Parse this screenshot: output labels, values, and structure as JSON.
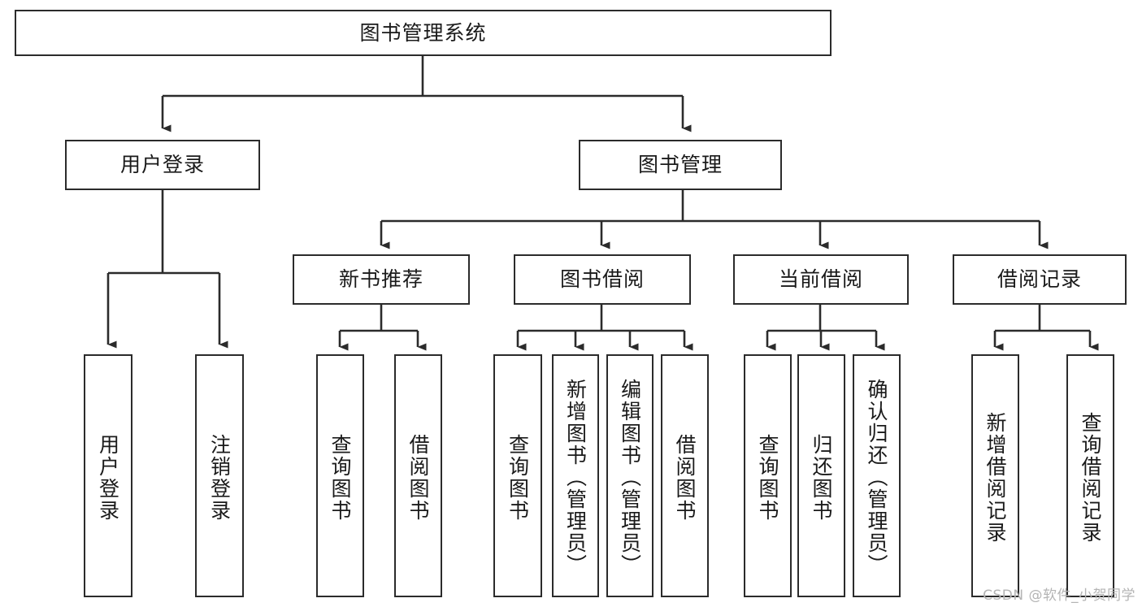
{
  "diagram": {
    "type": "tree-hierarchy",
    "title": "图书管理系统",
    "orientation": "top-down",
    "colors": {
      "box_border": "#2b2b2b",
      "box_fill": "#ffffff",
      "edge": "#2b2b2b",
      "text": "#1a1a1a",
      "watermark": "#b4b4b4",
      "background": "#ffffff"
    }
  },
  "nodes": {
    "root": {
      "label": "图书管理系统"
    },
    "level1": [
      {
        "id": "user-login",
        "label": "用户登录"
      },
      {
        "id": "book-management",
        "label": "图书管理"
      }
    ],
    "level2": [
      {
        "id": "new-book-recommend",
        "label": "新书推荐"
      },
      {
        "id": "book-borrow",
        "label": "图书借阅"
      },
      {
        "id": "current-borrow",
        "label": "当前借阅"
      },
      {
        "id": "borrow-record",
        "label": "借阅记录"
      }
    ],
    "leaves": {
      "user_login": [
        {
          "id": "user-login-leaf",
          "label": "用户登录"
        },
        {
          "id": "logout-leaf",
          "label": "注销登录"
        }
      ],
      "new_book_recommend": [
        {
          "id": "query-book-1",
          "label": "查询图书"
        },
        {
          "id": "borrow-book-1",
          "label": "借阅图书"
        }
      ],
      "book_borrow": [
        {
          "id": "query-book-2",
          "label": "查询图书"
        },
        {
          "id": "add-book",
          "label": "新增图书（管理员）"
        },
        {
          "id": "edit-book",
          "label": "编辑图书（管理员）"
        },
        {
          "id": "borrow-book-2",
          "label": "借阅图书"
        }
      ],
      "current_borrow": [
        {
          "id": "query-book-3",
          "label": "查询图书"
        },
        {
          "id": "return-book",
          "label": "归还图书"
        },
        {
          "id": "confirm-return",
          "label": "确认归还（管理员）"
        }
      ],
      "borrow_record": [
        {
          "id": "add-borrow-record",
          "label": "新增借阅记录"
        },
        {
          "id": "query-borrow-record",
          "label": "查询借阅记录"
        }
      ]
    }
  },
  "watermark": {
    "text": "CSDN @软件_小贺同学"
  }
}
